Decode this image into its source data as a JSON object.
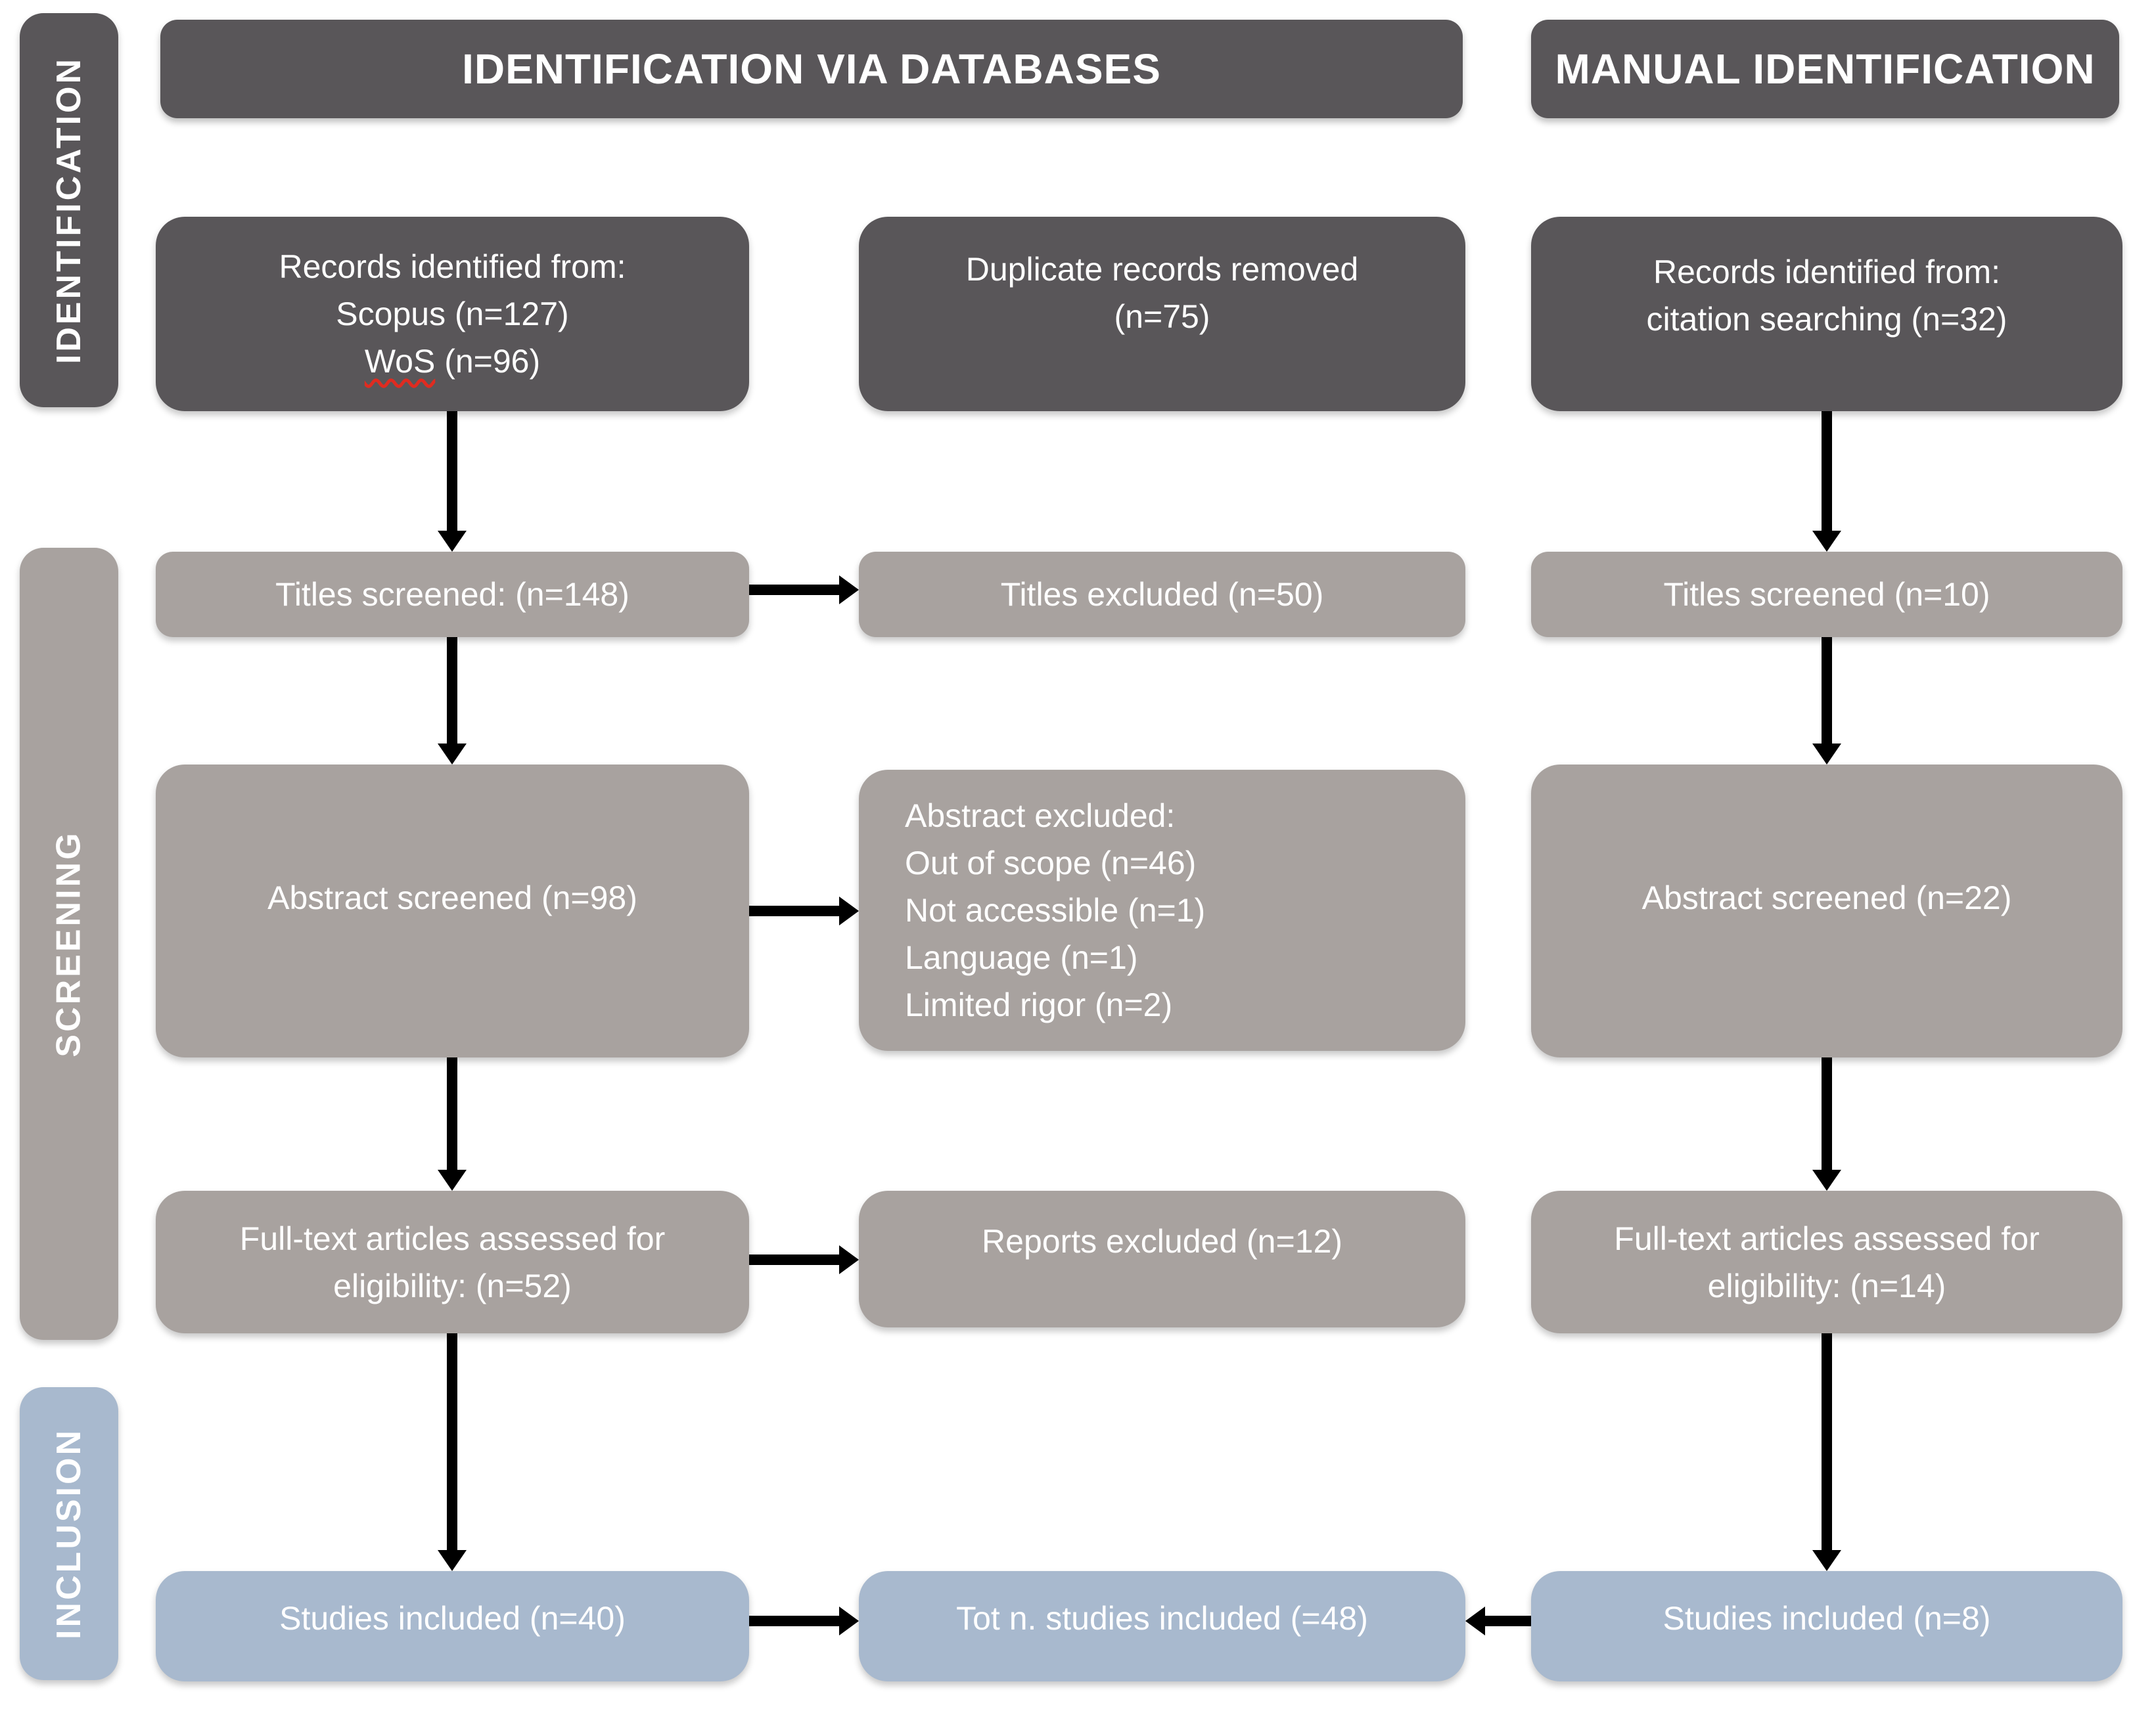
{
  "diagram": {
    "type": "prisma-flow",
    "colors": {
      "dark": "#595659",
      "gray": "#a8a29f",
      "blue": "#a8b9ce",
      "arrow": "#000000",
      "text": "#ffffff",
      "background": "#ffffff",
      "spellcheck_underline": "#e02b20"
    },
    "sidebar": [
      {
        "label": "IDENTIFICATION"
      },
      {
        "label": "SCREENING"
      },
      {
        "label": "INCLUSION"
      }
    ],
    "headers": [
      {
        "label": "IDENTIFICATION VIA DATABASES"
      },
      {
        "label": "MANUAL IDENTIFICATION"
      }
    ],
    "boxes": {
      "records_databases": {
        "line1": "Records identified from:",
        "line2": "Scopus (n=127)",
        "line3_word": "WoS",
        "line3_rest": " (n=96)"
      },
      "duplicates_removed": {
        "line1": "Duplicate records removed",
        "line2": "(n=75)"
      },
      "records_manual": {
        "line1": "Records identified from:",
        "line2": "citation searching (n=32)"
      },
      "titles_screened_databases": {
        "text": "Titles screened: (n=148)"
      },
      "titles_excluded": {
        "text": "Titles excluded (n=50)"
      },
      "titles_screened_manual": {
        "text": "Titles screened (n=10)"
      },
      "abstract_screened_databases": {
        "text": "Abstract screened (n=98)"
      },
      "abstract_excluded": {
        "line1": "Abstract excluded:",
        "line2": "Out of scope (n=46)",
        "line3": "Not accessible (n=1)",
        "line4": "Language (n=1)",
        "line5": "Limited rigor (n=2)"
      },
      "abstract_screened_manual": {
        "text": "Abstract screened (n=22)"
      },
      "fulltext_databases": {
        "line1": "Full-text articles assessed for",
        "line2": "eligibility: (n=52)"
      },
      "reports_excluded": {
        "text": "Reports excluded (n=12)"
      },
      "fulltext_manual": {
        "line1": "Full-text articles assessed for",
        "line2": "eligibility: (n=14)"
      },
      "studies_included_databases": {
        "text": "Studies included (n=40)"
      },
      "studies_included_total": {
        "text": "Tot n. studies included (=48)"
      },
      "studies_included_manual": {
        "text": "Studies included (n=8)"
      }
    }
  }
}
